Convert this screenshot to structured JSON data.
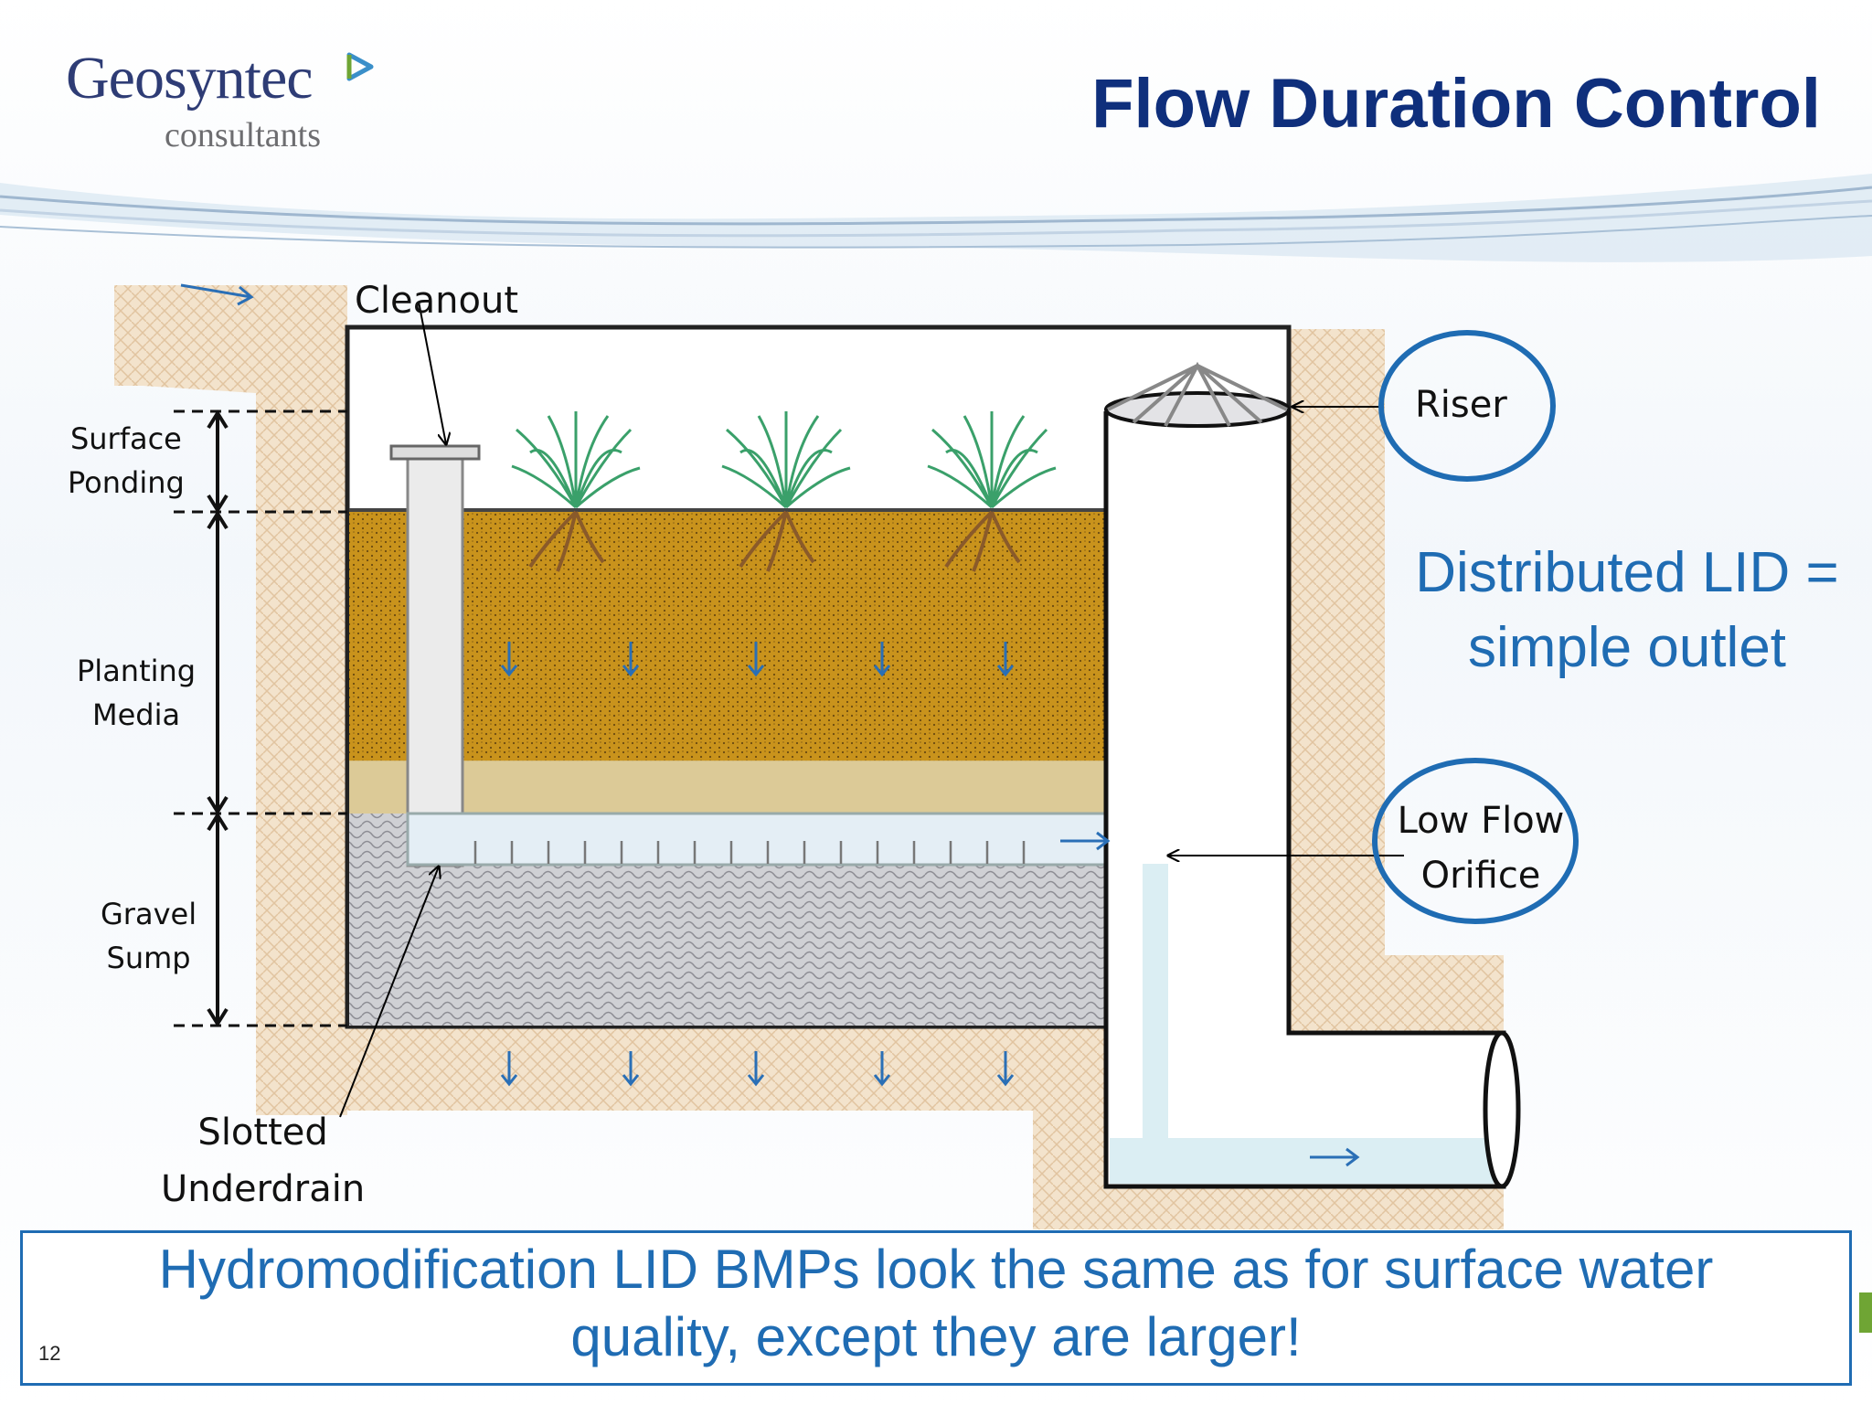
{
  "logo": {
    "name": "Geosyntec",
    "sub": "consultants"
  },
  "title": "Flow Duration Control",
  "labels": {
    "cleanout": "Cleanout",
    "surface_ponding": [
      "Surface",
      "Ponding"
    ],
    "planting_media": [
      "Planting",
      "Media"
    ],
    "gravel_sump": [
      "Gravel",
      "Sump"
    ],
    "slotted_underdrain": [
      "Slotted",
      "Underdrain"
    ],
    "riser": "Riser",
    "low_flow_orifice": [
      "Low Flow",
      "Orifice"
    ]
  },
  "side_text": [
    "Distributed LID =",
    "simple outlet"
  ],
  "bottom_text": [
    "Hydromodification LID BMPs look the same as for surface water",
    "quality, except they are larger!"
  ],
  "page_number": "12",
  "colors": {
    "title": "#0f2f7c",
    "accent": "#1f6cb3",
    "soil": "#f1dfc6",
    "media": "#c9931c",
    "gravel": "#c8c8cc"
  }
}
